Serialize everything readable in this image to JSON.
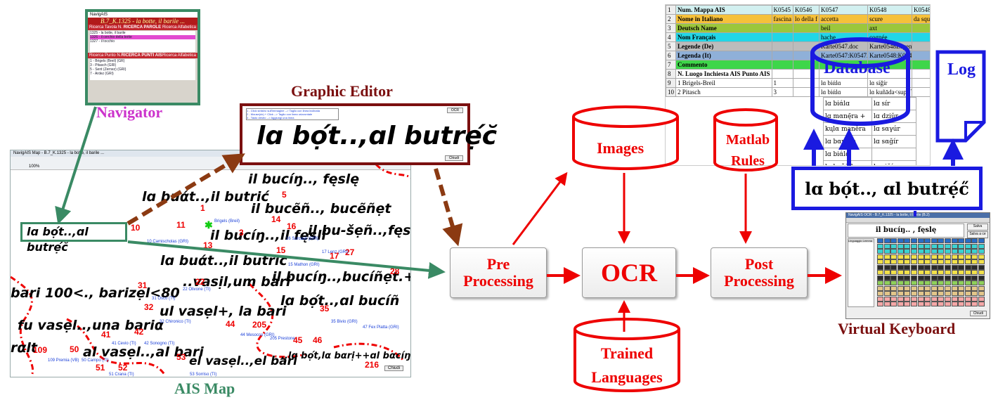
{
  "labels": {
    "navigator": "Navigator",
    "graphic_editor": "Graphic Editor",
    "ais_map": "AIS Map",
    "virtual_keyboard": "Virtual Keyboard",
    "database": "Database",
    "log": "Log"
  },
  "process": {
    "pre": "Pre Processing",
    "ocr": "OCR",
    "post": "Post Processing",
    "images": "Images",
    "matlab": "Matlab Rules",
    "trained": "Trained Languages"
  },
  "result_text": "lɑ bọ́t.., ɑl butrẹ́c̋",
  "selected_text": "lɑ bọ́t..,ɑl butrẹ́c̆",
  "editor_text": "lɑ bọ́t..,ɑl butrẹ́c̆",
  "navigator_screen": {
    "title": "NavigAIS",
    "header": "B.7_K.1325 - la botte, il barile ...",
    "bar1_left": "Ricerca Tavola N.",
    "bar1_mid": "RICERCA PAROLE",
    "bar1_right": "Ricerca Alfabetica",
    "list1": [
      "1325 - la botte, il barile",
      "1326 - il cerchio della botte",
      "1327 - il tocchio"
    ],
    "bar2_left": "Ricerca Punto N.",
    "bar2_mid": "RICERCA PUNTI AIS",
    "bar2_right": "Ricerca Alfabetica",
    "list2": [
      "1 - Brigels (Breil) (GR)",
      "3 - Pitasch (GRI)",
      "5 - Sent (Zernez) (GRI)",
      "7 - Ardez (GRI)"
    ]
  },
  "map_screen": {
    "title": "NavigAIS Map - B.7_K.1325 - la botte, il barile ...",
    "zoom": "100%",
    "texts": [
      "il bucíŋ.., fęslę",
      "lɑ buάt..,il butrić",
      "il bucẽñ.., bucẽñẹt",
      "il bucíŋ..,il fęsli",
      "il bu-šẹñ..,fęsli, bi",
      "lɑ buάt..,il butric",
      "..vasịl,um bari",
      "il bucíŋ..,bucíñẹt.+",
      "bari 100<., barizẹl<80",
      "ul vasẹl+, la bari",
      "lɑ bọ́t..,ɑl bucíñ",
      "fu vasẹl..,una bariα",
      "al vasẹl..,al bari",
      "el vasẹl..,el bari",
      "..lɑ bọ́t,lα bαrị++ɑl bαcíŋ",
      "rαlt"
    ],
    "numbers": [
      "5",
      "1",
      "11",
      "13",
      "16",
      "14",
      "3",
      "10",
      "15",
      "17",
      "27",
      "28",
      "31",
      "22",
      "32",
      "35",
      "41",
      "42",
      "44",
      "205",
      "45",
      "46",
      "109",
      "50",
      "51",
      "52",
      "53",
      "216"
    ],
    "places": [
      "Brigels (Breil)",
      "10 Camischolas (GRI)",
      "17 Lenz (GRI)",
      "22 Olivone (TI)",
      "31 Osco (TI)",
      "32 Chironico (TI)",
      "35 Bivio (GRI)",
      "47 Fex Platta (GRI)",
      "41 Cevio (TI)",
      "42 Sonogno (TI)",
      "44 Mesocco (GRI)",
      "205 Prestone",
      "109 Premia (VB)",
      "50 Campo (TI)",
      "51 Crana (TI)",
      "16 Surcasti (GRI)",
      "15 Mathon (GRI)",
      "53 Sorriso (TI)",
      "Chiudi"
    ]
  },
  "editor_screen": {
    "hint1": "1 - Click sinistro sull'immagine --> Taglio con linea inclinata",
    "hint2": "2 - Mouse(dx) + Click --> Taglio con linea orizzontale",
    "hint3": "3 - Tasto destro --> Aggiungi una linea",
    "ocr_btn": "OCR",
    "close_btn": "Chiudi"
  },
  "spreadsheet": {
    "rows": [
      {
        "n": "1",
        "a": "Num. Mappa AIS",
        "c": [
          "K0545",
          "K0546",
          "K0547",
          "K0548",
          "K0548"
        ],
        "bg": "#d2f0f0"
      },
      {
        "n": "2",
        "a": "Nome in Italiano",
        "c": [
          "fascina",
          "lo della f",
          "accetta",
          "scure",
          "da squa"
        ],
        "bg": "#f6c13a"
      },
      {
        "n": "3",
        "a": "Deutsch Name",
        "c": [
          "",
          "",
          "beil",
          "axt",
          ""
        ],
        "bg": "#9bc73c"
      },
      {
        "n": "4",
        "a": "Nom Français",
        "c": [
          "",
          "",
          "hache",
          "cognée",
          ""
        ],
        "bg": "#22d6e6"
      },
      {
        "n": "5",
        "a": "Legende (De)",
        "c": [
          "",
          "",
          "Karte0547.doc",
          "Karte0548Legende.doc",
          ""
        ],
        "bg": "#bcbcbc"
      },
      {
        "n": "6",
        "a": "Legenda (It)",
        "c": [
          "",
          "",
          "Karte0547:K0547.htm",
          "Karte0548:K0548.htm",
          ""
        ],
        "bg": "#8fb0d8"
      },
      {
        "n": "7",
        "a": "Commento",
        "c": [
          "",
          "",
          "",
          "",
          ""
        ],
        "bg": "#3ed64a"
      },
      {
        "n": "8",
        "a": "N.   Luogo Inchiesta AIS Punto AIS",
        "c": [
          "",
          "",
          "",
          "",
          ""
        ],
        "bg": "#ffffff"
      },
      {
        "n": "9",
        "a": "1   Brigels-Breil",
        "c": [
          "1",
          "",
          "lɑ biάlɑ",
          "lɑ siğír",
          ""
        ],
        "bg": "#ffffff"
      },
      {
        "n": "10",
        "a": "2   Pitasch",
        "c": [
          "3",
          "",
          "lɑ biάlɑ",
          "lɑ kuñāda<sup>˥",
          ""
        ],
        "bg": "#ffffff"
      }
    ],
    "extra_rows": [
      [
        "lɑ biάlɑ",
        "lɑ sír"
      ],
      [
        "lɑ mαnę̄ra +",
        "lɑ dziŭr"
      ],
      [
        "kųlα maněra",
        "lɑ sαγúr"
      ],
      [
        "lɑ bαnę̄ra",
        "lɑ sαğír"
      ],
      [
        "lɑ biάlɑ",
        ""
      ],
      [
        "lɑ kuñāda",
        "lɑ siğír"
      ]
    ]
  },
  "keyboard_screen": {
    "title": "NavigAIS OCR - B.7_K.1325 - la botte, il barile (B.2)",
    "word": "il bucíŋ.. , fęslę",
    "side_label": "Linguaggio Lemma",
    "btn1": "Salva",
    "btn2": "Salva a ce",
    "close": "Chiudi"
  },
  "colors": {
    "red": "#e00000",
    "green": "#3a8a64",
    "brown": "#8b3a12",
    "blue": "#1a1ae0",
    "maroon": "#7b1010",
    "magenta": "#cc33cc"
  }
}
